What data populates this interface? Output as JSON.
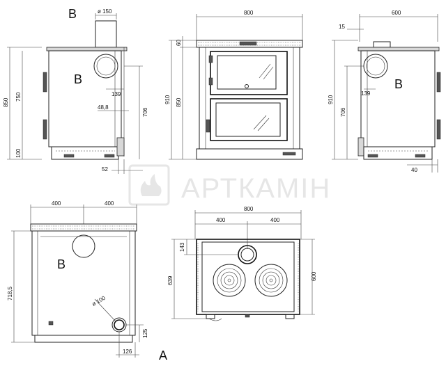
{
  "watermark": "АРТКАМІН",
  "side_left": {
    "label_top": "B",
    "label_body": "B",
    "dims": {
      "flue_dia": "ø 150",
      "height_total": "850",
      "height_body": "750",
      "height_base": "100",
      "flue_offset": "139",
      "flue_inner": "48,8",
      "depth": "706",
      "bottom_offset": "52"
    }
  },
  "front": {
    "dims": {
      "width": "800",
      "height_total": "910",
      "height_body": "850",
      "top_band": "60"
    }
  },
  "side_right": {
    "label_body": "B",
    "dims": {
      "width": "600",
      "top_offset": "15",
      "height_total": "910",
      "depth": "706",
      "flue_offset": "139",
      "bottom_offset": "40"
    }
  },
  "rear": {
    "label_body": "B",
    "label_bottom": "A",
    "dims": {
      "half_left": "400",
      "half_right": "400",
      "height": "718,5",
      "outlet_dia": "ø 100",
      "outlet_height": "125",
      "outlet_offset": "126"
    }
  },
  "top": {
    "dims": {
      "width": "800",
      "half_left": "400",
      "half_right": "400",
      "depth_left": "639",
      "depth_right": "600",
      "flue_offset": "143"
    }
  }
}
